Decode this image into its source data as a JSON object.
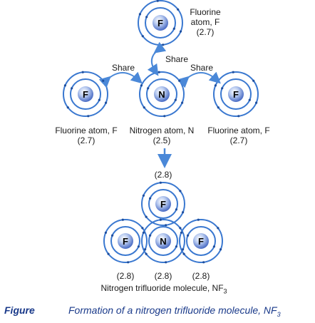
{
  "atoms_top": {
    "fluorine_top": {
      "symbol": "F",
      "label_line1": "Fluorine",
      "label_line2": "atom, F",
      "config": "(2.7)"
    },
    "fluorine_left": {
      "symbol": "F",
      "label": "Fluorine atom, F",
      "config": "(2.7)"
    },
    "nitrogen": {
      "symbol": "N",
      "label": "Nitrogen atom, N",
      "config": "(2.5)"
    },
    "fluorine_right": {
      "symbol": "F",
      "label": "Fluorine atom, F",
      "config": "(2.7)"
    }
  },
  "share_labels": {
    "top": "Share",
    "left": "Share",
    "right": "Share"
  },
  "molecule": {
    "top_config": "(2.8)",
    "bottom_configs": [
      "(2.8)",
      "(2.8)",
      "(2.8)"
    ],
    "symbols": {
      "top": "F",
      "left": "F",
      "center": "N",
      "right": "F"
    },
    "name": "Nitrogen trifluoride molecule, NF",
    "name_sub": "3"
  },
  "caption": {
    "label": "Figure",
    "text": "Formation of a nitrogen trifluoride molecule, NF",
    "text_sub": "3"
  },
  "colors": {
    "shell": "#3a78d0",
    "nucleus": "#6c8fd8",
    "arrow": "#4a88d8",
    "caption": "#1a3a8a"
  }
}
